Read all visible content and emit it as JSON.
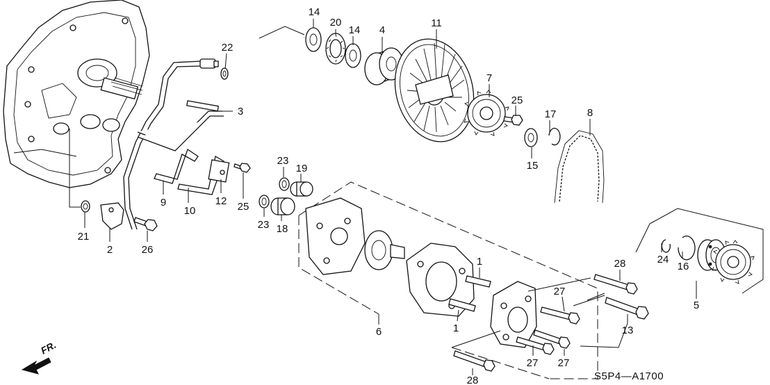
{
  "diagram": {
    "drawing_code": "S5P4—A1700",
    "direction_label": "FR.",
    "callouts": [
      {
        "id": "c1a",
        "label": "1"
      },
      {
        "id": "c1b",
        "label": "1"
      },
      {
        "id": "c2",
        "label": "2"
      },
      {
        "id": "c3",
        "label": "3"
      },
      {
        "id": "c4",
        "label": "4"
      },
      {
        "id": "c5",
        "label": "5"
      },
      {
        "id": "c6",
        "label": "6"
      },
      {
        "id": "c7",
        "label": "7"
      },
      {
        "id": "c8",
        "label": "8"
      },
      {
        "id": "c9",
        "label": "9"
      },
      {
        "id": "c10",
        "label": "10"
      },
      {
        "id": "c11",
        "label": "11"
      },
      {
        "id": "c12",
        "label": "12"
      },
      {
        "id": "c13",
        "label": "13"
      },
      {
        "id": "c14a",
        "label": "14"
      },
      {
        "id": "c14b",
        "label": "14"
      },
      {
        "id": "c15",
        "label": "15"
      },
      {
        "id": "c16",
        "label": "16"
      },
      {
        "id": "c17",
        "label": "17"
      },
      {
        "id": "c18",
        "label": "18"
      },
      {
        "id": "c19",
        "label": "19"
      },
      {
        "id": "c20",
        "label": "20"
      },
      {
        "id": "c21",
        "label": "21"
      },
      {
        "id": "c22",
        "label": "22"
      },
      {
        "id": "c23a",
        "label": "23"
      },
      {
        "id": "c23b",
        "label": "23"
      },
      {
        "id": "c24",
        "label": "24"
      },
      {
        "id": "c25a",
        "label": "25"
      },
      {
        "id": "c25b",
        "label": "25"
      },
      {
        "id": "c26",
        "label": "26"
      },
      {
        "id": "c27a",
        "label": "27"
      },
      {
        "id": "c27b",
        "label": "27"
      },
      {
        "id": "c27c",
        "label": "27"
      },
      {
        "id": "c28a",
        "label": "28"
      },
      {
        "id": "c28b",
        "label": "28"
      }
    ]
  }
}
